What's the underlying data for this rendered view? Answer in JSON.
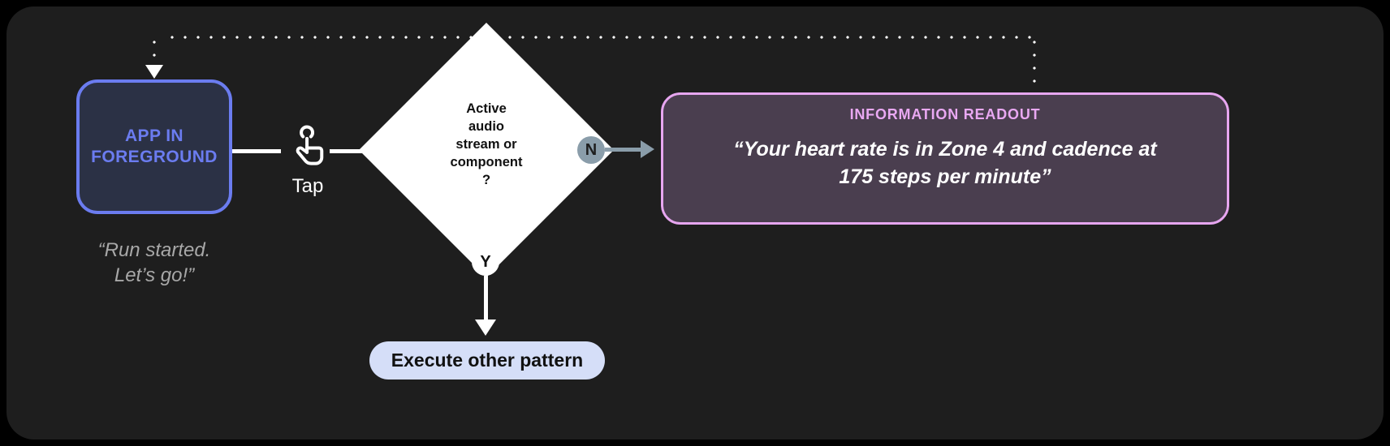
{
  "diagram": {
    "type": "flowchart",
    "background_color": "#1e1e1e",
    "page_color": "#000000",
    "nodes": {
      "app": {
        "label_line1": "APP IN",
        "label_line2": "FOREGROUND",
        "accent_color": "#6b7cf0",
        "fill_color": "#2b3145",
        "caption_line1": "“Run started.",
        "caption_line2": "Let’s go!”",
        "caption_color": "#a8a8a8"
      },
      "gesture": {
        "icon": "tap-gesture-icon",
        "label": "Tap"
      },
      "decision": {
        "text_line1": "Active",
        "text_line2": "audio",
        "text_line3": "stream or",
        "text_line4": "component",
        "text_line5": "?",
        "fill_color": "#ffffff",
        "text_color": "#111111"
      },
      "branch_no": {
        "label": "N",
        "color": "#8a9daa"
      },
      "branch_yes": {
        "label": "Y",
        "color": "#ffffff"
      },
      "execute_pattern": {
        "label": "Execute other pattern",
        "fill_color": "#d5def8",
        "text_color": "#111111"
      },
      "readout": {
        "title": "INFORMATION READOUT",
        "quote_line1": "“Your heart rate is in Zone 4 and cadence at",
        "quote_line2": "175 steps per minute”",
        "border_color": "#e7a6f0",
        "fill_color": "#4a3e4f",
        "title_color": "#e9a8f2"
      }
    },
    "edges": {
      "feedback_loop_style": "dotted",
      "feedback_loop_color": "#ffffff"
    }
  }
}
